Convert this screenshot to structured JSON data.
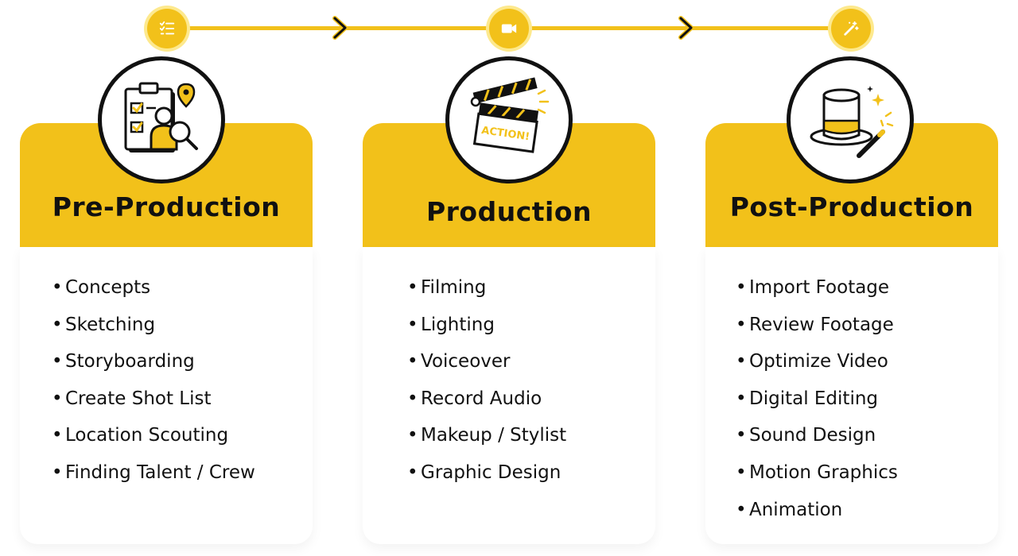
{
  "stages": [
    {
      "title": "Pre-Production",
      "icon": "clipboard-checklist-icon",
      "step_icon": "checklist-icon",
      "items": [
        "Concepts",
        "Sketching",
        "Storyboarding",
        "Create Shot List",
        "Location Scouting",
        "Finding Talent / Crew"
      ]
    },
    {
      "title": "Production",
      "icon": "clapperboard-icon",
      "step_icon": "video-camera-icon",
      "clapper_text": "ACTION!",
      "items": [
        "Filming",
        "Lighting",
        "Voiceover",
        "Record Audio",
        "Makeup / Stylist",
        "Graphic Design"
      ]
    },
    {
      "title": "Post-Production",
      "icon": "top-hat-magic-wand-icon",
      "step_icon": "magic-wand-icon",
      "items": [
        "Import Footage",
        "Review Footage",
        "Optimize Video",
        "Digital Editing",
        "Sound Design",
        "Motion Graphics",
        "Animation"
      ]
    }
  ],
  "colors": {
    "accent": "#f2c11a",
    "accent_light": "#fde98e",
    "text": "#111111",
    "background": "#ffffff"
  }
}
